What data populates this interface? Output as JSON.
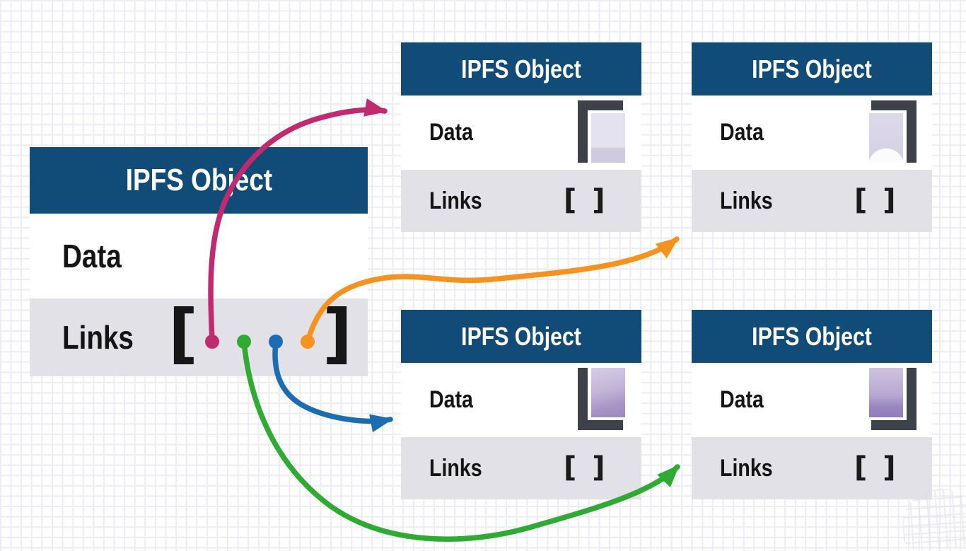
{
  "diagram_title": "IPFS Objects linking diagram",
  "colors": {
    "header_bg": "#114b78",
    "header_text": "#ffffff",
    "row_gray": "#e2e1e7",
    "label_text": "#141414",
    "fragment_bracket": "#3d4149"
  },
  "root": {
    "title": "IPFS Object",
    "data_label": "Data",
    "links_label": "Links",
    "bracket_open": "[",
    "bracket_close": "]"
  },
  "children": [
    {
      "title": "IPFS Object",
      "data_label": "Data",
      "links_label": "Links",
      "links_value": "[ ]",
      "icon": "image-fragment-top-left-icon"
    },
    {
      "title": "IPFS Object",
      "data_label": "Data",
      "links_label": "Links",
      "links_value": "[ ]",
      "icon": "image-fragment-top-right-icon"
    },
    {
      "title": "IPFS Object",
      "data_label": "Data",
      "links_label": "Links",
      "links_value": "[ ]",
      "icon": "image-fragment-bottom-left-icon"
    },
    {
      "title": "IPFS Object",
      "data_label": "Data",
      "links_label": "Links",
      "links_value": "[ ]",
      "icon": "image-fragment-bottom-right-icon"
    }
  ],
  "arrows": [
    {
      "name": "link-arrow-magenta",
      "color": "#c02a6e",
      "to": "top-left-object"
    },
    {
      "name": "link-arrow-orange",
      "color": "#f6921e",
      "to": "top-right-object"
    },
    {
      "name": "link-arrow-blue",
      "color": "#1b6cb3",
      "to": "bottom-left-object"
    },
    {
      "name": "link-arrow-green",
      "color": "#2faa33",
      "to": "bottom-right-object"
    }
  ]
}
